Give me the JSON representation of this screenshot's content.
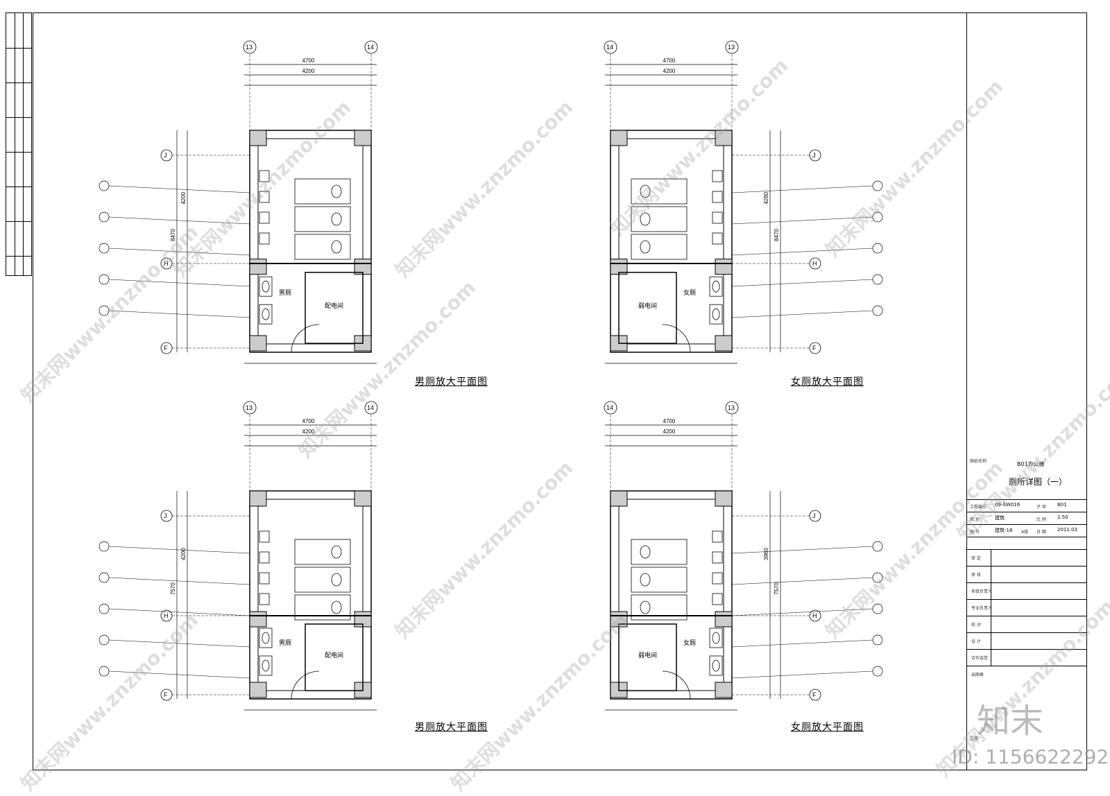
{
  "title_block": {
    "drawing_name_label": "图纸名称",
    "project": "B01办公楼",
    "drawing_title": "厕所详图（一）",
    "rows": [
      {
        "label1": "工程编号",
        "value1": "09-SW016",
        "label2": "子 项",
        "value2": "B01"
      },
      {
        "label1": "图 别",
        "value1": "建筑",
        "label2": "比 例",
        "value2": "1:50"
      },
      {
        "label1": "图 号",
        "value1": "建筑-18",
        "extra": "A版",
        "label2": "日 期",
        "value2": "2011.03"
      }
    ],
    "signoffs": [
      "审 定",
      "审 核",
      "项目负责人",
      "专业负责人",
      "校 对",
      "设 计",
      "合作会签",
      "出图章"
    ],
    "note_label": "注册"
  },
  "plans": [
    {
      "title": "男厕放大平面图",
      "axes_top": [
        "13",
        "14"
      ],
      "axes_side": [
        "J",
        "H",
        "F"
      ],
      "width_total": "4700",
      "width_inner": "4200",
      "height_total": "8470",
      "height_inner": "4200",
      "mirror": false
    },
    {
      "title": "女厕放大平面图",
      "axes_top": [
        "14",
        "13"
      ],
      "axes_side": [
        "J",
        "H",
        "F"
      ],
      "width_total": "4700",
      "width_inner": "4200",
      "height_total": "8470",
      "height_inner": "4280",
      "mirror": true
    },
    {
      "title": "男厕放大平面图",
      "axes_top": [
        "13",
        "14"
      ],
      "axes_side": [
        "J",
        "H",
        "F"
      ],
      "width_total": "4700",
      "width_inner": "4200",
      "height_total": "7570",
      "height_inner": "4200",
      "mirror": false
    },
    {
      "title": "女厕放大平面图",
      "axes_top": [
        "14",
        "13"
      ],
      "axes_side": [
        "J",
        "H",
        "F"
      ],
      "width_total": "4700",
      "width_inner": "4200",
      "height_total": "7570",
      "height_inner": "3960",
      "mirror": true
    }
  ],
  "room_labels": {
    "men": "男厕",
    "women": "女厕",
    "power": "配电间",
    "weak": "弱电间"
  },
  "watermark": "知末网www.znzmo.com",
  "logo": "知末",
  "id_text": "ID: 1156622292"
}
